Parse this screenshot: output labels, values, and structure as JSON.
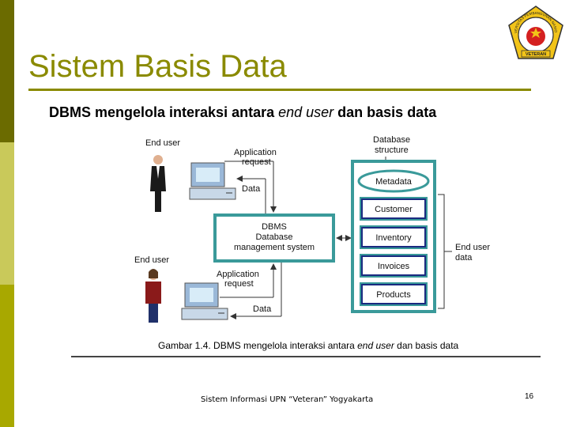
{
  "slide": {
    "title": "Sistem Basis Data",
    "subtitle_before": "DBMS mengelola interaksi antara ",
    "subtitle_em": "end user",
    "subtitle_after": " dan basis data"
  },
  "logo": {
    "top_text": "UNIVERSITAS PEMBANGUNAN NASIONAL",
    "banner_text": "VETERAN"
  },
  "diagram": {
    "end_user_1": "End user",
    "end_user_2": "End user",
    "app_request_1_a": "Application",
    "app_request_1_b": "request",
    "data_1": "Data",
    "app_request_2_a": "Application",
    "app_request_2_b": "request",
    "data_2": "Data",
    "dbms_line1": "DBMS",
    "dbms_line2": "Database",
    "dbms_line3": "management system",
    "db_structure_a": "Database",
    "db_structure_b": "structure",
    "metadata": "Metadata",
    "tables": [
      "Customer",
      "Inventory",
      "Invoices",
      "Products"
    ],
    "end_user_data_a": "End user",
    "end_user_data_b": "data"
  },
  "caption": {
    "before": "Gambar 1.4. DBMS mengelola interaksi antara ",
    "em": "end user",
    "after": " dan basis data"
  },
  "footer": "Sistem Informasi UPN “Veteran” Yogyakarta",
  "page_number": "16",
  "colors": {
    "accent": "#8a8a00",
    "teal": "#3a9a9a",
    "navy": "#1a2a80"
  }
}
